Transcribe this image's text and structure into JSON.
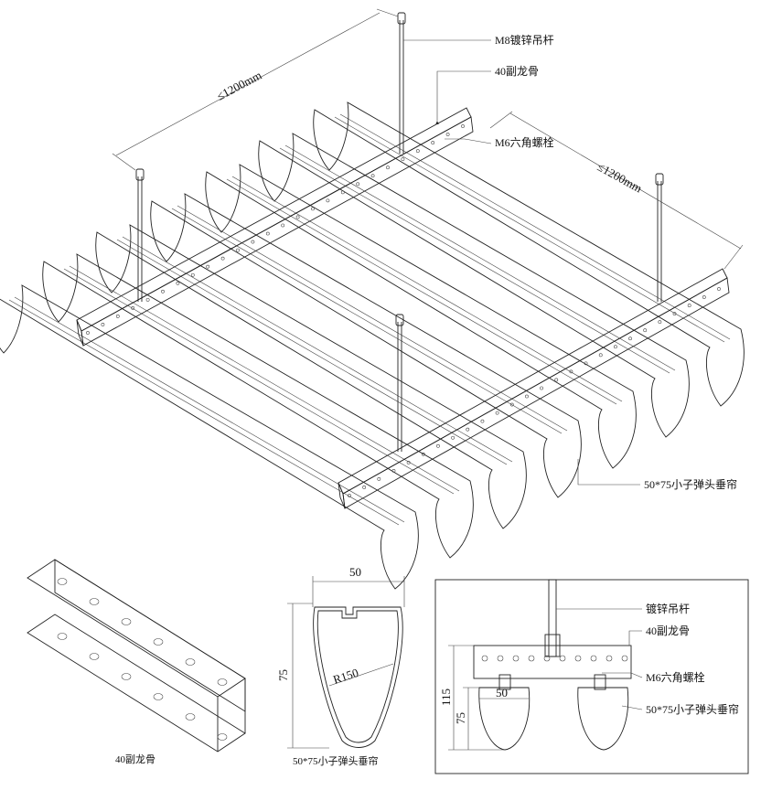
{
  "main_view": {
    "labels": {
      "hanger_rod": "M8镀锌吊杆",
      "sub_keel": "40副龙骨",
      "hex_bolt": "M6六角螺栓",
      "curtain": "50*75小子弹头垂帘"
    },
    "dim_left": "≤1200mm",
    "dim_right": "≤1200mm"
  },
  "keel_detail": {
    "caption": "40副龙骨"
  },
  "profile_detail": {
    "width": "50",
    "height": "75",
    "radius": "R150",
    "caption": "50*75小子弹头垂帘"
  },
  "section_detail": {
    "labels": {
      "hanger_rod": "镀锌吊杆",
      "sub_keel": "40副龙骨",
      "hex_bolt": "M6六角螺栓",
      "curtain": "50*75小子弹头垂帘"
    },
    "dim_total": "115",
    "dim_profile": "75",
    "dim_width": "50"
  }
}
